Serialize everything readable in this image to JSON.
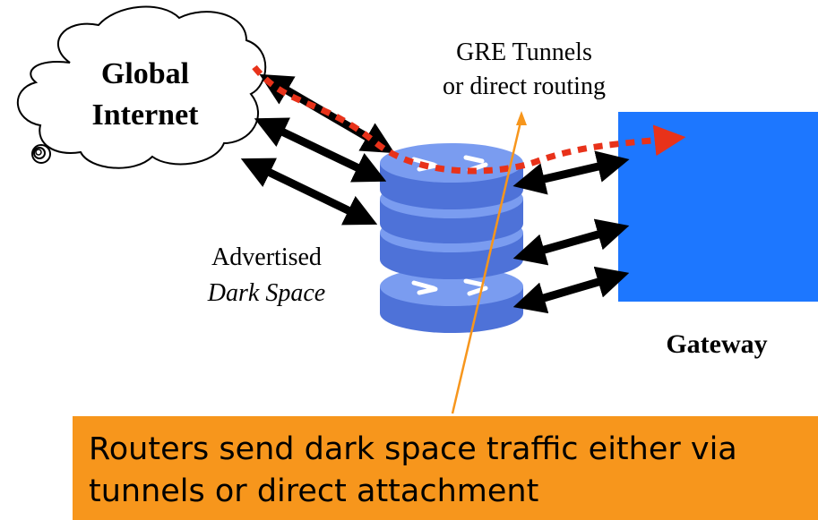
{
  "cloud": {
    "line1": "Global",
    "line2": "Internet"
  },
  "tunnel_label": {
    "line1": "GRE Tunnels",
    "line2": "or direct routing"
  },
  "dark_space_label": {
    "line1": "Advertised",
    "line2": "Dark Space"
  },
  "gateway": {
    "label": "Gateway"
  },
  "caption": {
    "line1": "Routers send dark space traffic either via",
    "line2": "tunnels or direct attachment"
  },
  "colors": {
    "router": "#7a9cf0",
    "gateway": "#1d77ff",
    "caption_bg": "#f7961c",
    "traffic_path": "#e8321a",
    "pointer_line": "#f7961c"
  }
}
